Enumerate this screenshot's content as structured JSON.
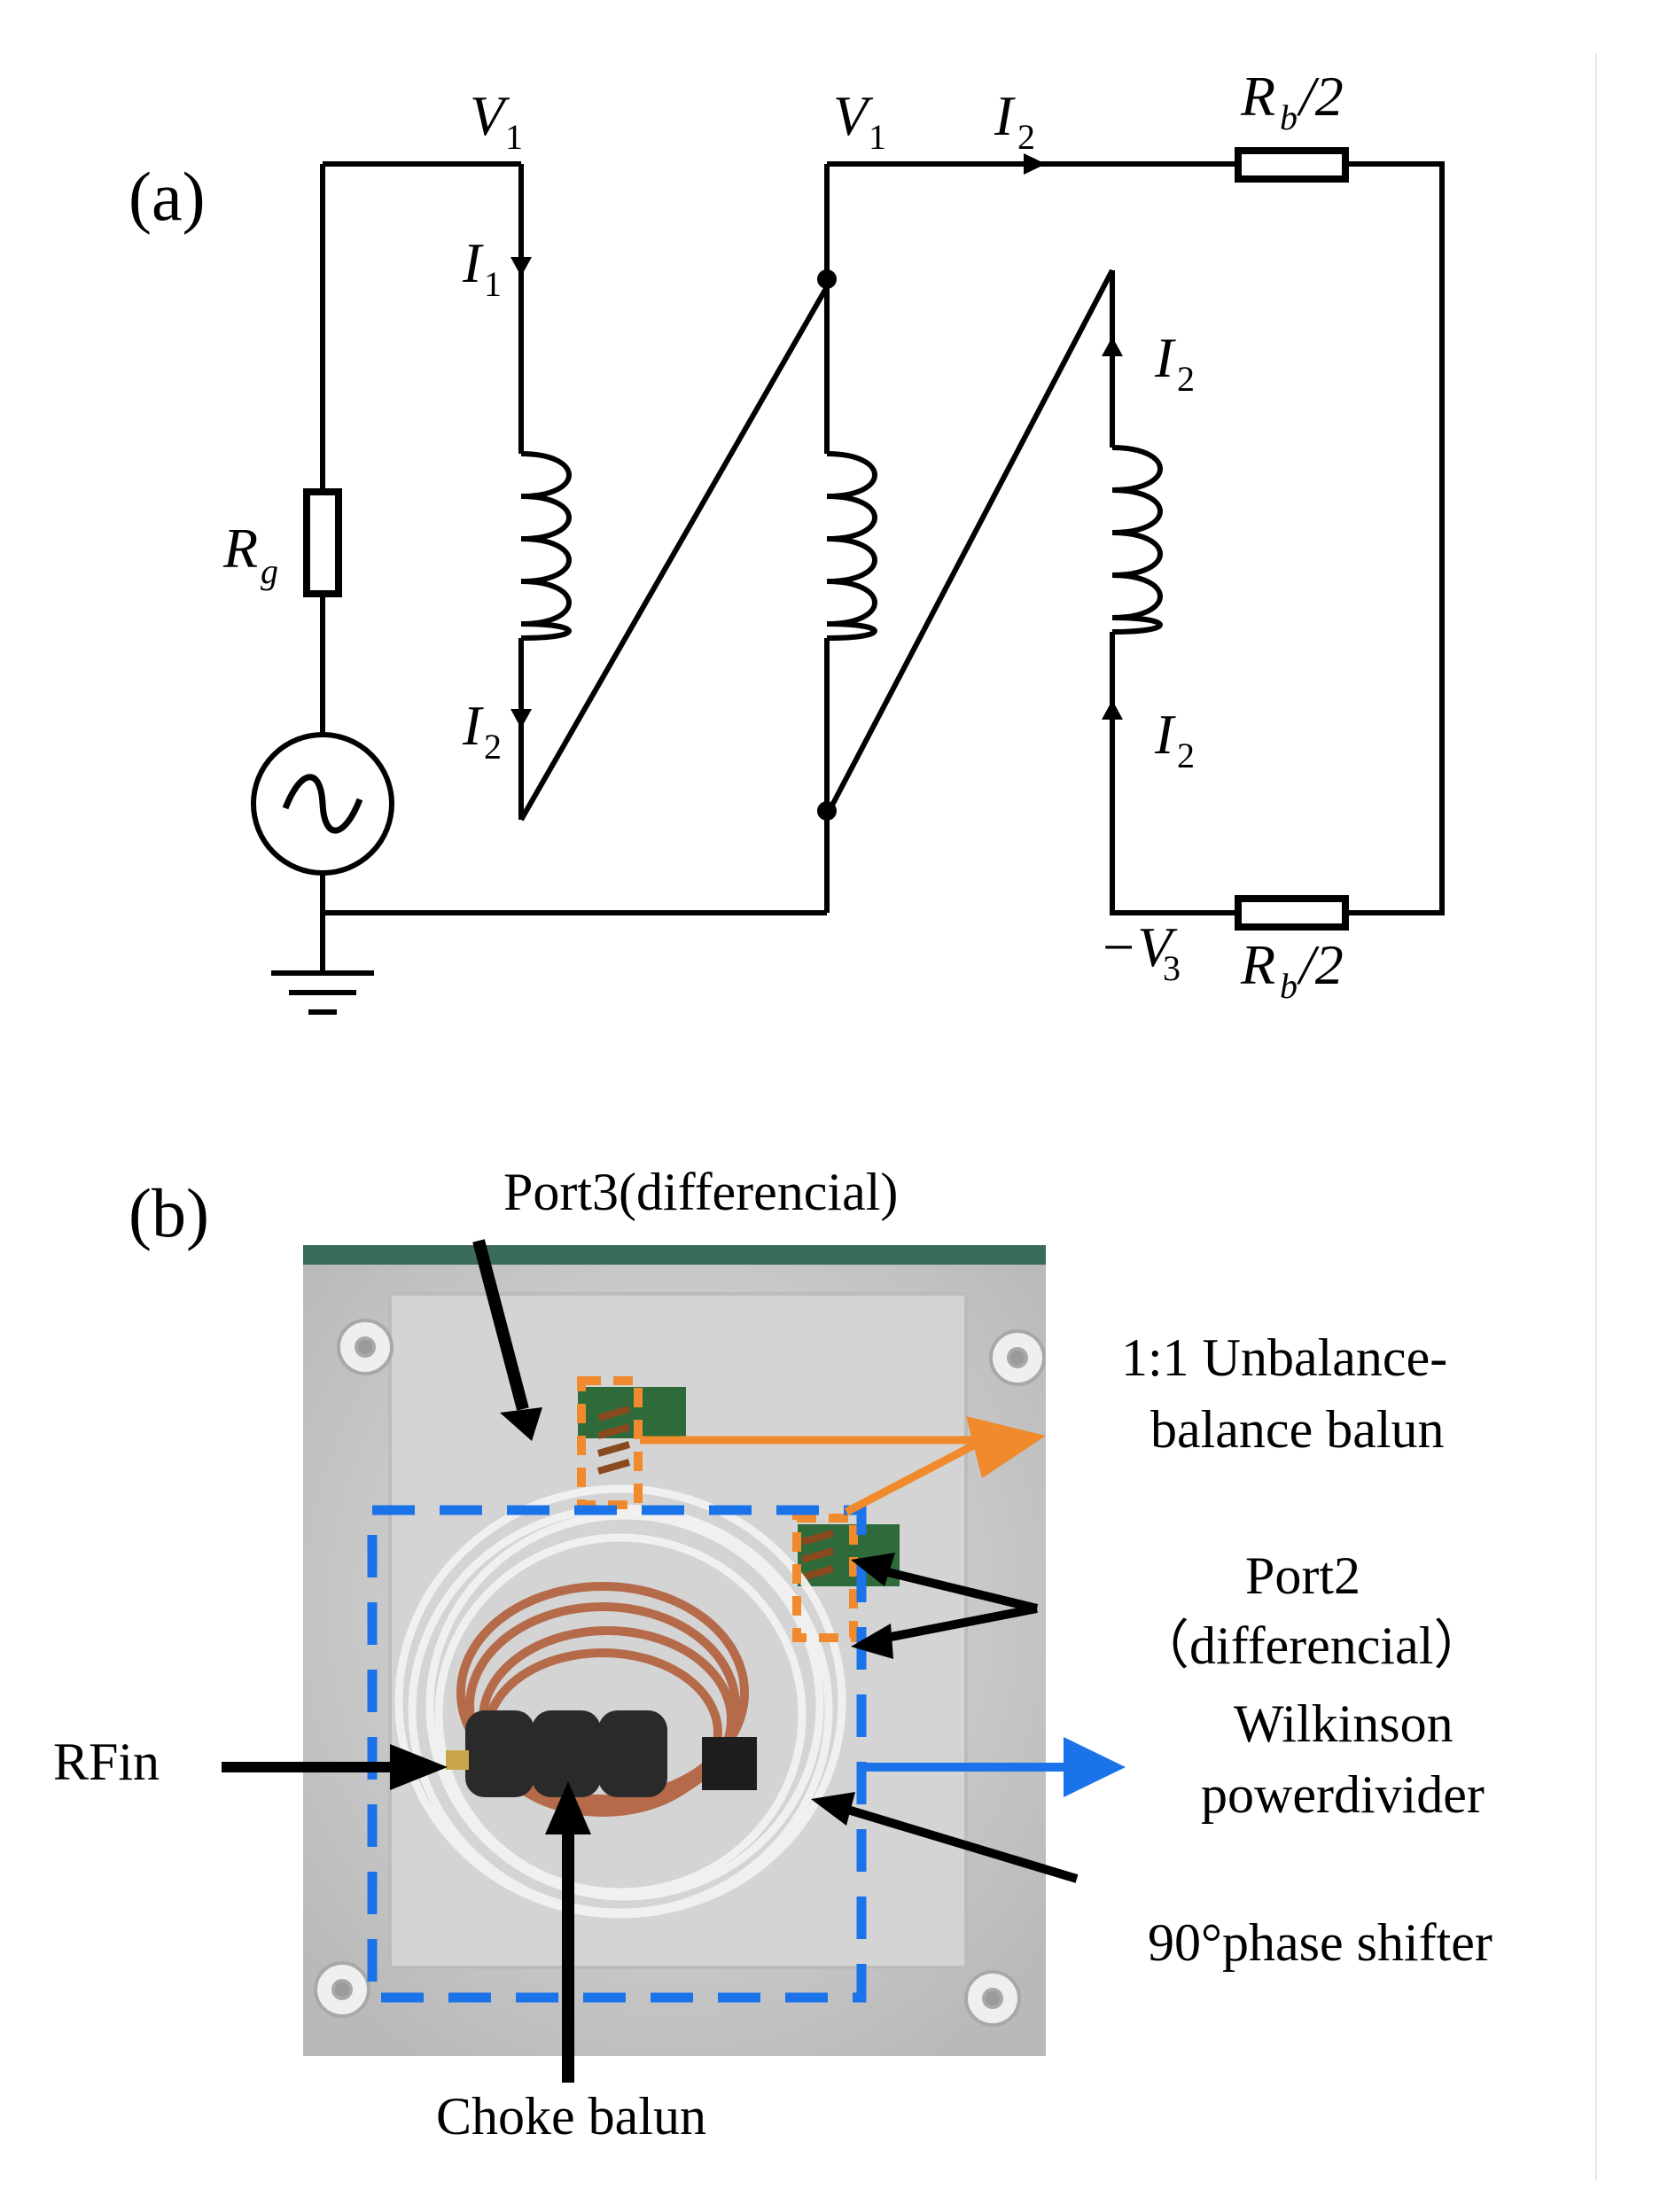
{
  "panel_a": {
    "tag": "(a)",
    "labels": {
      "v1_left": "V",
      "v1_left_sub": "1",
      "v1_mid": "V",
      "v1_mid_sub": "1",
      "i2_top": "I",
      "i2_top_sub": "2",
      "rb_top": "R",
      "rb_top_sub": "b",
      "rb_top_tail": "/2",
      "i1": "I",
      "i1_sub": "1",
      "rg": "R",
      "rg_sub": "g",
      "i2_left": "I",
      "i2_left_sub": "2",
      "i2_right_top": "I",
      "i2_right_top_sub": "2",
      "i2_right_bot": "I",
      "i2_right_bot_sub": "2",
      "v3": "−V",
      "v3_sub": "3",
      "rb_bot": "R",
      "rb_bot_sub": "b",
      "rb_bot_tail": "/2"
    }
  },
  "panel_b": {
    "tag": "(b)",
    "labels": {
      "port3": "Port3(differencial)",
      "balun_line1": "1:1 Unbalance-",
      "balun_line2": "balance balun",
      "port2_line1": "Port2",
      "port2_line2": "（differencial）",
      "wilkinson_line1": "Wilkinson",
      "wilkinson_line2": "powerdivider",
      "rfin": "RFin",
      "phase_shifter": "90°phase shifter",
      "choke": "Choke balun"
    },
    "colors": {
      "orange": "#f08a2c",
      "blue": "#1a73e8",
      "box_bg": "#cfcfcf",
      "cable": "#b56a4a"
    }
  }
}
